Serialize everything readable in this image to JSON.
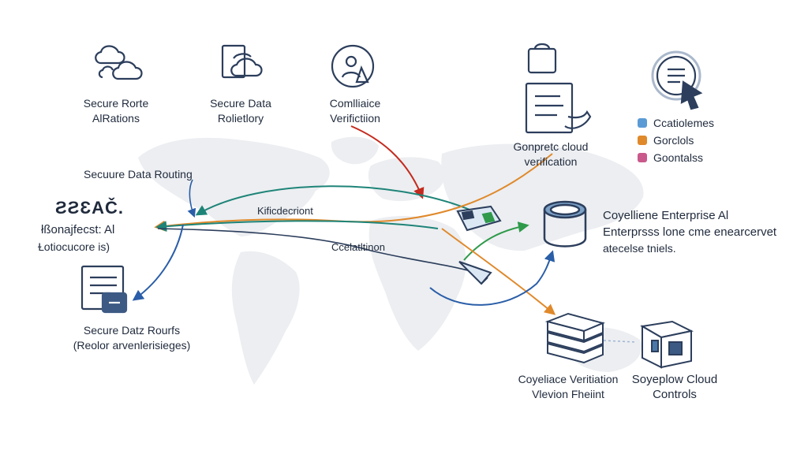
{
  "top": {
    "item1": {
      "line1": "Secure Rorte",
      "line2": "AlRations",
      "icon": "cloud-cluster-icon"
    },
    "item2": {
      "line1": "Secure Data",
      "line2": "Rolietlory",
      "icon": "document-cloud-icon"
    },
    "item3": {
      "line1": "Comlliaice",
      "line2": "Verifictiion",
      "icon": "compliance-user-icon"
    },
    "item4": {
      "line1": "Gonpretc cloud",
      "line2": "verification",
      "icon": "clipboard-checklist-icon"
    },
    "item5": {
      "icon": "touch-list-icon"
    }
  },
  "legend": [
    {
      "label": "Ccatiolemes",
      "color": "#5b9bd5"
    },
    {
      "label": "Gorclols",
      "color": "#e0892b"
    },
    {
      "label": "Goontalss",
      "color": "#c9598a"
    }
  ],
  "left": {
    "routing": "Secuure Data Routing",
    "title": "ƧƧƐAČ.",
    "sub1": "łßonajfecst:  Al",
    "sub2": "Ɫotiocucore  is)",
    "routs1": "Secure Datz Rourfs",
    "routs2": "(Reolor arvenlerisieges)"
  },
  "flows": {
    "label1": "Kificdecriont",
    "label2": "Ccelatltinon"
  },
  "right": {
    "db1": "Coyelliene Enterprise Al",
    "db2": "Enterprsss lone cme enearcervet",
    "db3": "atecelse tniels.",
    "server1": "Coyeliace Veritiation",
    "server2": "Vlevion Fheiint",
    "cloud1": "Soyeplow Cloud",
    "cloud2": "Controls"
  },
  "colors": {
    "navy": "#2c3e5c",
    "blue": "#2a5ea8",
    "teal": "#1e8478",
    "orange": "#e0892b",
    "red": "#c42a1e",
    "green": "#2e9a4a",
    "map": "#eeeff1"
  }
}
